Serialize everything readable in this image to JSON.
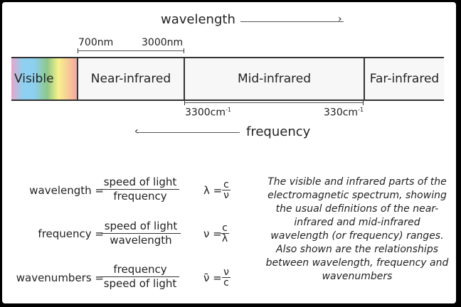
{
  "top_axis": {
    "label": "wavelength",
    "arrow": "→"
  },
  "bottom_axis": {
    "label": "frequency",
    "arrow": "←"
  },
  "regions": [
    {
      "label": "Visible"
    },
    {
      "label": "Near-infrared"
    },
    {
      "label": "Mid-infrared"
    },
    {
      "label": "Far-infrared"
    }
  ],
  "near_ir_range": {
    "start": "700nm",
    "end": "3000nm"
  },
  "mid_ir_range": {
    "start": "3300cm",
    "end": "330cm",
    "exponent": "-1"
  },
  "equations": [
    {
      "lhs": "wavelength =",
      "num": "speed of light",
      "den": "frequency",
      "sym_lhs": "λ =",
      "sym_num": "c",
      "sym_den": "ν"
    },
    {
      "lhs": "frequency =",
      "num": "speed of light",
      "den": "wavelength",
      "sym_lhs": "ν =",
      "sym_num": "c",
      "sym_den": "λ"
    },
    {
      "lhs": "wavenumbers =",
      "num": "frequency",
      "den": "speed of light",
      "sym_lhs": "ν̄ =",
      "sym_num": "ν",
      "sym_den": "c"
    }
  ],
  "caption": "The visible and infrared parts of the electromagnetic spectrum, showing the usual definitions of the near-infrared and mid-infrared wavelength (or frequency) ranges. Also shown are the relationships between wavelength, frequency and wavenumbers",
  "colors": {
    "frame": "#000000",
    "bar_fill": "#f7f7f7",
    "line": "#333333"
  }
}
